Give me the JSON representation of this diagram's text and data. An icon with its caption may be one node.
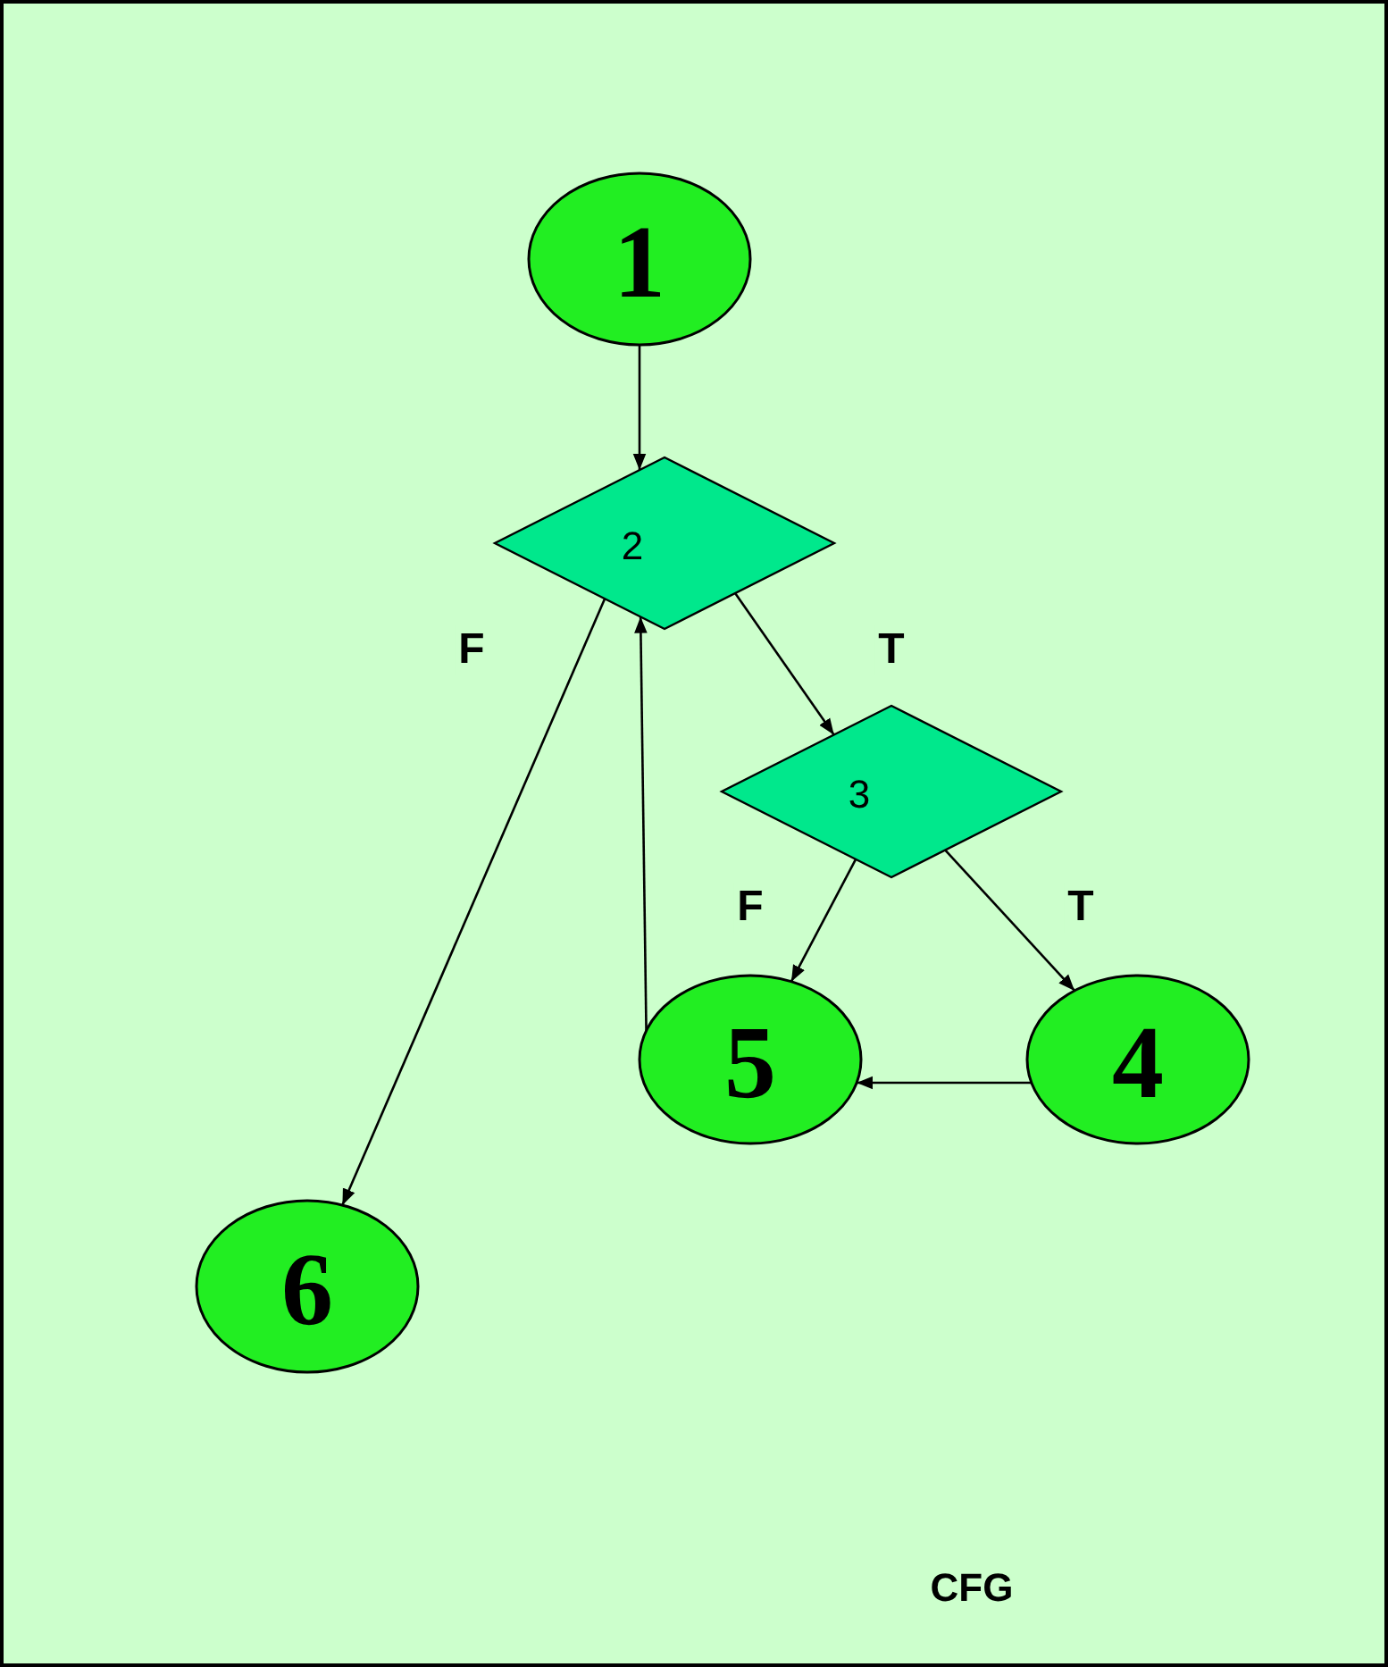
{
  "diagram": {
    "caption": "CFG",
    "nodes": [
      {
        "text": [
          "1"
        ]
      },
      {
        "text": [
          "2"
        ]
      },
      {
        "text": [
          "3"
        ]
      },
      {
        "text": [
          "5"
        ]
      },
      {
        "text": [
          "4"
        ]
      },
      {
        "text": [
          "6"
        ]
      }
    ],
    "edges": [
      {
        "from": 0,
        "to": 1,
        "arrow": "to"
      },
      {
        "from": 1,
        "to": 2,
        "arrow": "to",
        "label": "T"
      },
      {
        "from": 1,
        "to": 5,
        "arrow": "to",
        "label": "F"
      },
      {
        "from": 2,
        "to": 3,
        "arrow": "to",
        "label": "F"
      },
      {
        "from": 2,
        "to": 4,
        "arrow": "to",
        "label": "T"
      },
      {
        "from": 4,
        "to": 3,
        "arrow": "to"
      },
      {
        "from": 3,
        "to": 1,
        "arrow": "to"
      }
    ]
  }
}
